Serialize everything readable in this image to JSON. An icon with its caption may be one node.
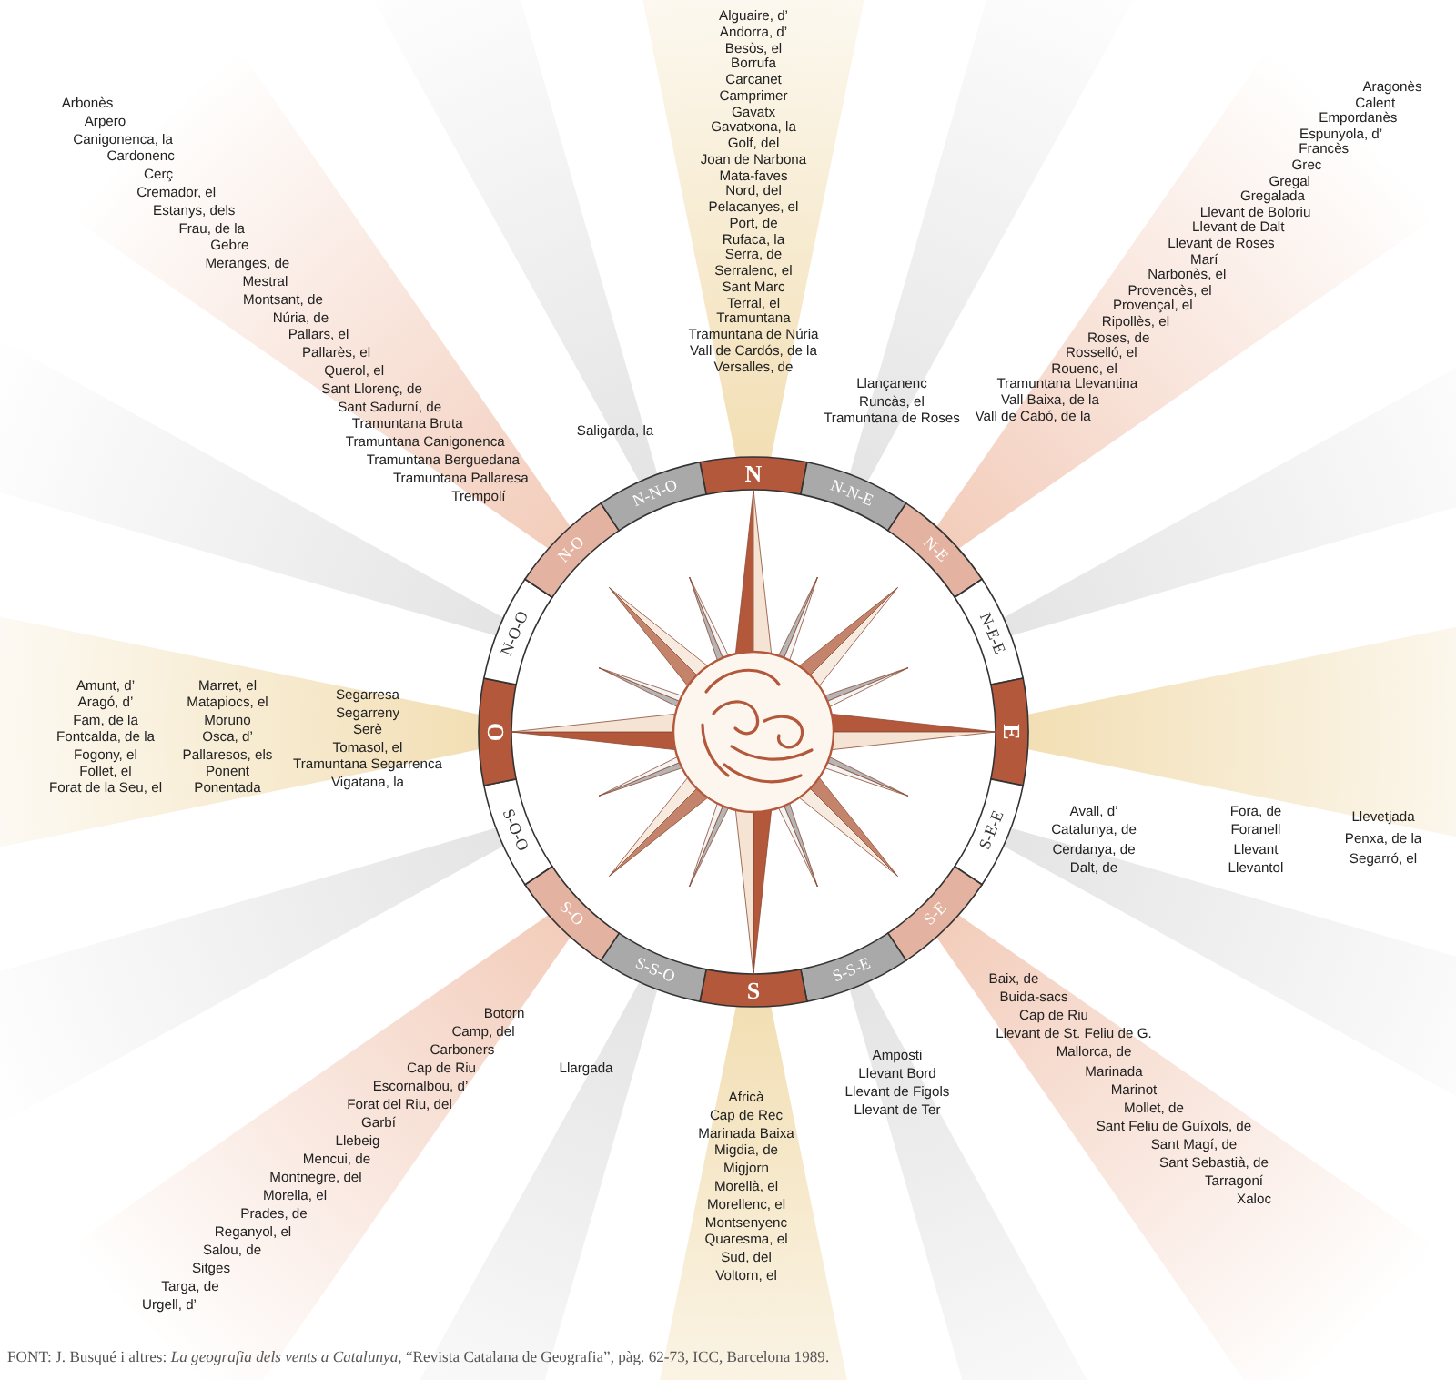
{
  "diagram": {
    "caption": "FONT: J. Busqué i altres: *La geografia dels vents a Catalunya*, “Revista Catalana de Geografia”, pàg. 62-73, ICC, Barcelona 1989.",
    "labels": [
      "Alguaire, d’",
      "Andorra, d’",
      "Besòs, el",
      "Borrufa",
      "Carcanet",
      "Camprimer",
      "Gavatx",
      "Gavatxona, la",
      "Golf, del",
      "Joan de Narbona",
      "Mata-faves",
      "Nord, del",
      "Pelacanyes, el",
      "Port, de",
      "Rufaca, la",
      "Serra, de",
      "Serralenc, el",
      "Sant Marc",
      "Terral, el",
      "Tramuntana",
      "Tramuntana de Núria",
      "Vall de Cardós, de la",
      "Versalles, de",
      "Llançanenc",
      "Runcàs, el",
      "Tramuntana de Roses",
      "Saligarda, la",
      "Arbonès",
      "Arpero",
      "Canigonenca, la",
      "Cardonenc",
      "Cerç",
      "Cremador, el",
      "Estanys, dels",
      "Frau, de la",
      "Gebre",
      "Meranges, de",
      "Mestral",
      "Montsant, de",
      "Núria, de",
      "Pallars, el",
      "Pallarès, el",
      "Querol, el",
      "Sant Llorenç, de",
      "Sant Sadurní, de",
      "Tramuntana Bruta",
      "Tramuntana Canigonenca",
      "Tramuntana Berguedana",
      "Tramuntana Pallaresa",
      "Trempolí",
      "Aragonès",
      "Calent",
      "Empordanès",
      "Espunyola, d’",
      "Francès",
      "Grec",
      "Gregal",
      "Gregalada",
      "Llevant de Boloriu",
      "Llevant de Dalt",
      "Llevant de Roses",
      "Marí",
      "Narbonès, el",
      "Provencès, el",
      "Provençal, el",
      "Ripollès, el",
      "Roses, de",
      "Rosselló, el",
      "Rouenc, el",
      "Tramuntana Llevantina",
      "Vall Baixa, de la",
      "Vall de Cabó, de la",
      "Amunt, d’",
      "Aragó, d’",
      "Fam, de la",
      "Fontcalda, de la",
      "Fogony, el",
      "Follet, el",
      "Forat de la Seu, el",
      "Marret, el",
      "Matapiocs, el",
      "Moruno",
      "Osca, d’",
      "Pallaresos, els",
      "Ponent",
      "Ponentada",
      "Segarresa",
      "Segarreny",
      "Serè",
      "Tomasol, el",
      "Tramuntana Segarrenca",
      "Vigatana, la",
      "Avall, d’",
      "Catalunya, de",
      "Cerdanya, de",
      "Dalt, de",
      "Fora, de",
      "Foranell",
      "Llevant",
      "Llevantol",
      "Llevetjada",
      "Penxa, de la",
      "Segarró, el",
      "Botorn",
      "Camp, del",
      "Carboners",
      "Cap de Riu",
      "Escornalbou, d’",
      "Forat del Riu, del",
      "Garbí",
      "Llebeig",
      "Mencui, de",
      "Montnegre, del",
      "Morella, el",
      "Prades, de",
      "Reganyol, el",
      "Salou, de",
      "Sitges",
      "Targa, de",
      "Urgell, d’",
      "Llargada",
      "Africà",
      "Cap de Rec",
      "Marinada Baixa",
      "Migdia, de",
      "Migjorn",
      "Morellà, el",
      "Morellenc, el",
      "Montsenyenc",
      "Quaresma, el",
      "Sud, del",
      "Voltorn, el",
      "Amposti",
      "Llevant Bord",
      "Llevant de Figols",
      "Llevant de Ter",
      "Baix, de",
      "Buida-sacs",
      "Cap de Riu",
      "Llevant de St. Feliu de G.",
      "Mallorca, de",
      "Marinada",
      "Marinot",
      "Mollet, de",
      "Sant Feliu de Guíxols, de",
      "Sant Magí, de",
      "Sant Sebastià, de",
      "Tarragoní",
      "Xaloc",
      "N",
      "N-N-E",
      "N-E",
      "N-E-E",
      "E",
      "S-E-E",
      "S-E",
      "S-S-E",
      "S",
      "S-S-O",
      "S-O",
      "S-O-O",
      "O",
      "N-O-O",
      "N-O",
      "N-N-O"
    ]
  }
}
